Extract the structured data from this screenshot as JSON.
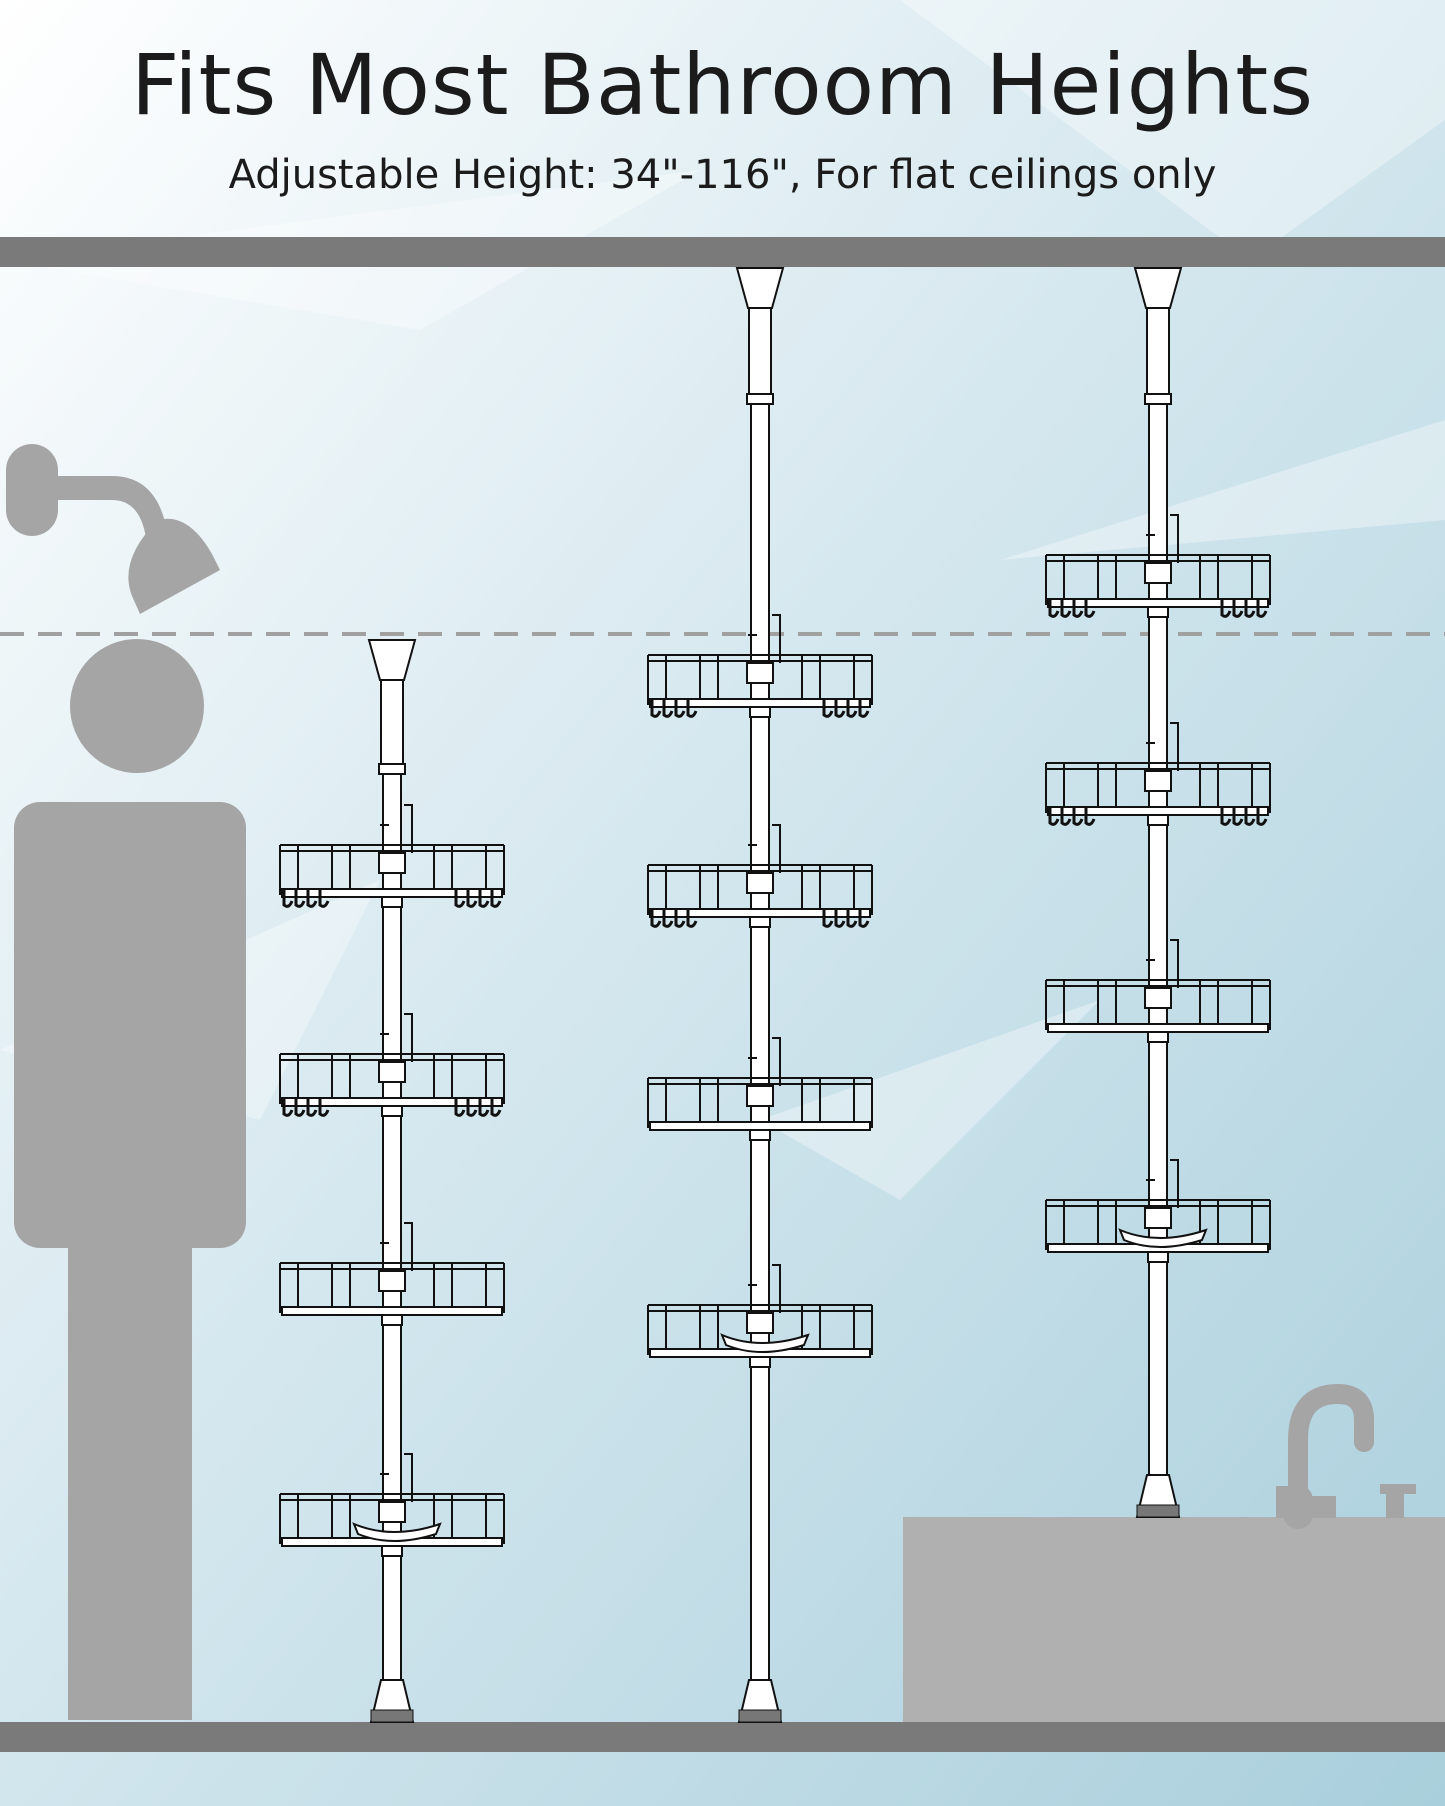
{
  "header": {
    "title": "Fits Most Bathroom Heights",
    "subtitle": "Adjustable Height: 34\"-116\", For flat ceilings only"
  },
  "colors": {
    "background_top": "#ffffff",
    "background_bottom": "#a9cfdc",
    "ceiling_floor_bar": "#7a7a7a",
    "silhouette": "#a5a5a5",
    "counter": "#b0b0b0",
    "caddy_line": "#111111",
    "dashed_line": "#a0a0a0"
  },
  "illustration": {
    "icons": [
      "shower-head-icon",
      "person-silhouette-icon",
      "faucet-icon"
    ],
    "caddies": [
      {
        "name": "short-caddy",
        "tiers": 4,
        "tiers_with_hooks": 2,
        "soap_dish": true
      },
      {
        "name": "tall-caddy",
        "tiers": 4,
        "tiers_with_hooks": 2,
        "soap_dish": true
      },
      {
        "name": "counter-caddy",
        "tiers": 4,
        "tiers_with_hooks": 2,
        "soap_dish": true
      }
    ]
  }
}
